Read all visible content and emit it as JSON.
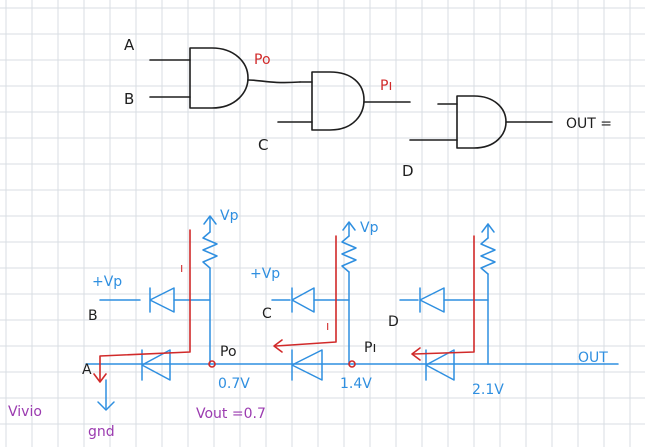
{
  "colors": {
    "grid": "#d9dde3",
    "ink": "#1e1e1e",
    "blue": "#2f8fe0",
    "red": "#d12a2a",
    "purple": "#9b3bb0"
  },
  "gates": {
    "input_a": "A",
    "input_b": "B",
    "input_c": "C",
    "input_d": "D",
    "p0": "Po",
    "p1": "Pı",
    "out": "OUT ="
  },
  "circuit": {
    "vp1": "Vp",
    "vp2": "Vp",
    "plus_vp_b": "+Vp",
    "plus_vp_c": "+Vp",
    "b": "B",
    "c": "C",
    "d": "D",
    "a": "A",
    "current_1": "ı",
    "current_2": "ı",
    "p0": "Po",
    "p1": "Pı",
    "out": "OUT",
    "v1": "0.7V",
    "v2": "1.4V",
    "v3": "2.1V"
  },
  "notes": {
    "vout": "Vout =0.7",
    "left_word": "Vivio",
    "gnd": "gnd"
  }
}
